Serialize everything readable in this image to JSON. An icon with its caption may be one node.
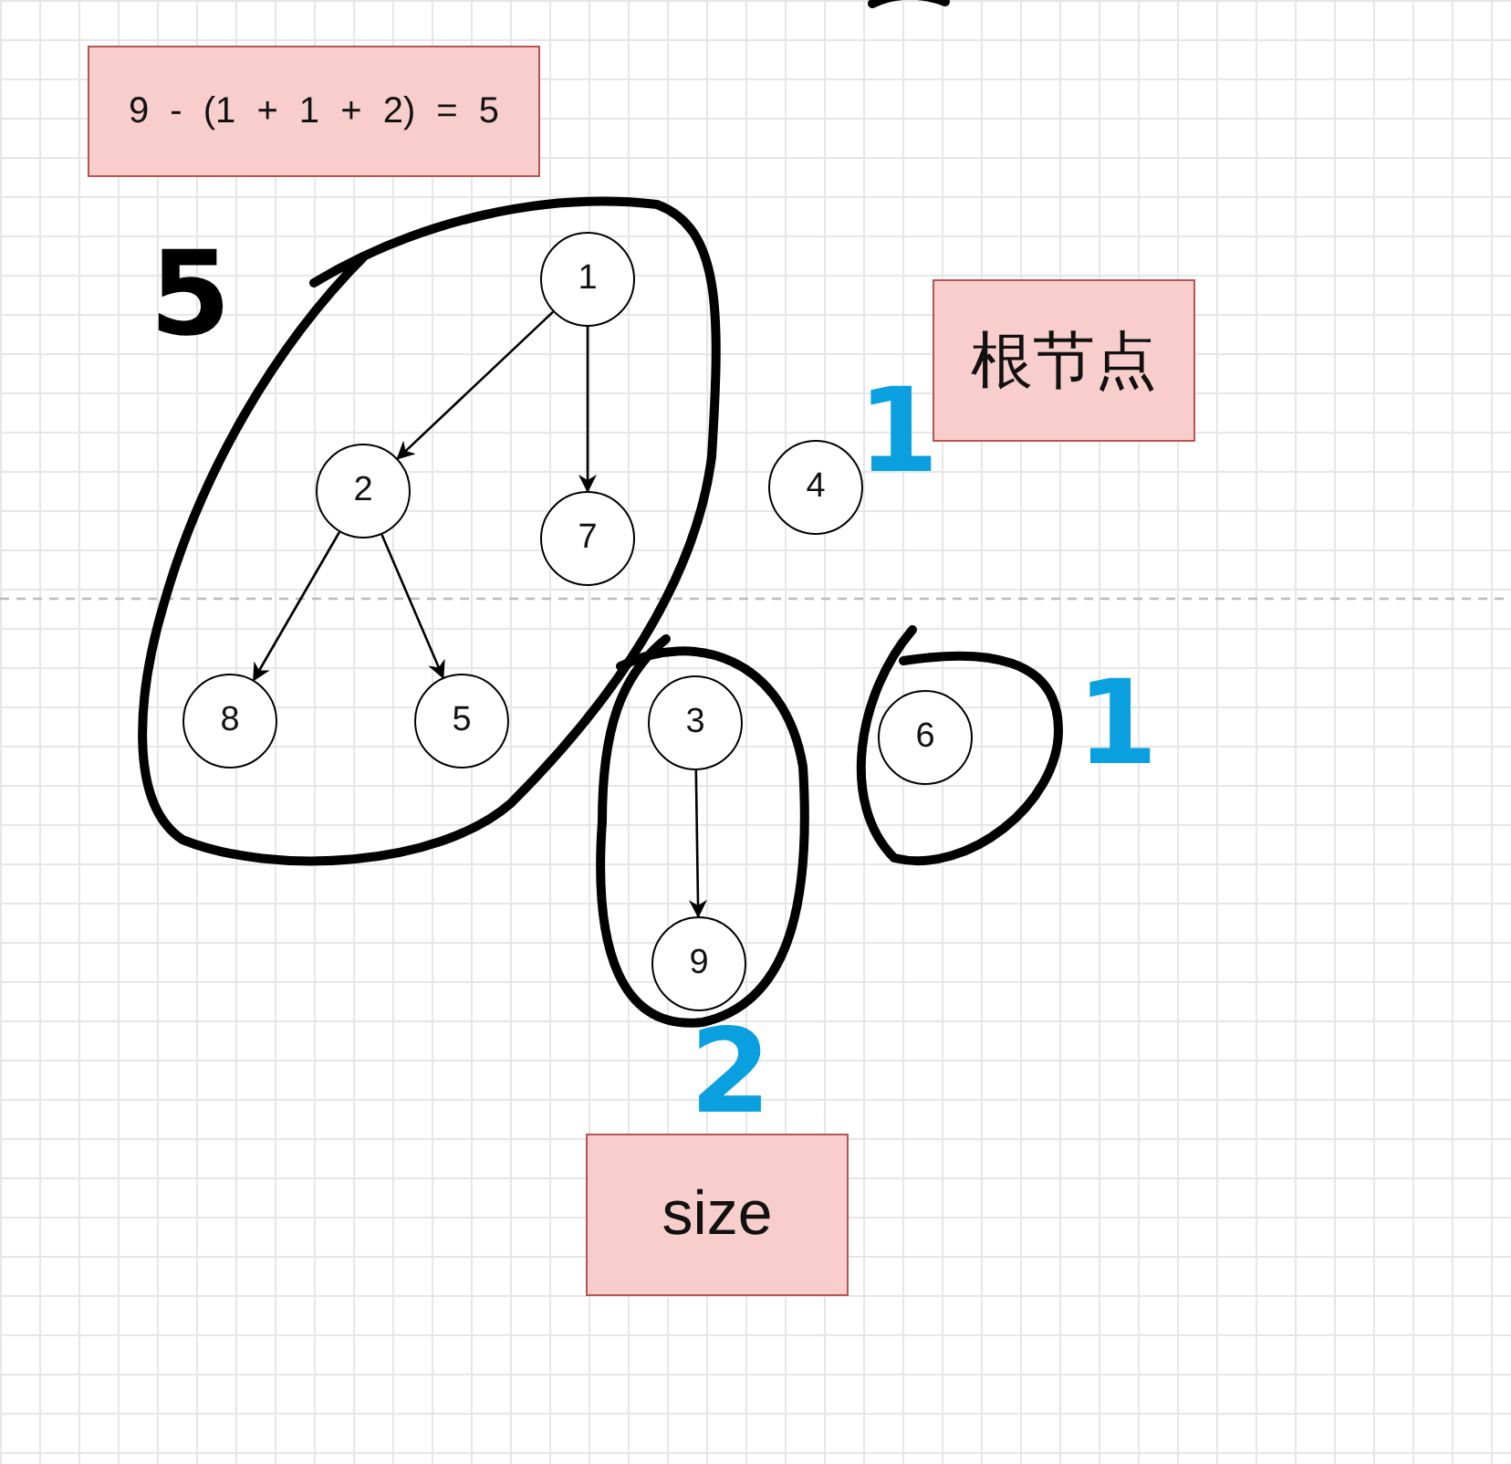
{
  "diagram": {
    "nodes": [
      {
        "text": [
          "9 - (1 + 1 + 2) = 5"
        ]
      },
      {
        "text": [
          "1"
        ]
      },
      {
        "text": [
          "2"
        ]
      },
      {
        "text": [
          "7"
        ]
      },
      {
        "text": [
          "根节点"
        ]
      },
      {
        "text": [
          "4"
        ]
      },
      {
        "text": [
          "8"
        ]
      },
      {
        "text": [
          "5"
        ]
      },
      {
        "text": [
          "3"
        ]
      },
      {
        "text": [
          "6"
        ]
      },
      {
        "text": [
          "9"
        ]
      },
      {
        "text": [
          "size"
        ]
      }
    ],
    "edges": [
      {
        "from": 1,
        "to": 2,
        "arrow": "to"
      },
      {
        "from": 1,
        "to": 3,
        "arrow": "to"
      },
      {
        "from": 2,
        "to": 6,
        "arrow": "to"
      },
      {
        "from": 2,
        "to": 7,
        "arrow": "to"
      },
      {
        "from": 8,
        "to": 10,
        "arrow": "to"
      }
    ],
    "labels": [
      "5",
      "1",
      "1",
      "2"
    ]
  }
}
